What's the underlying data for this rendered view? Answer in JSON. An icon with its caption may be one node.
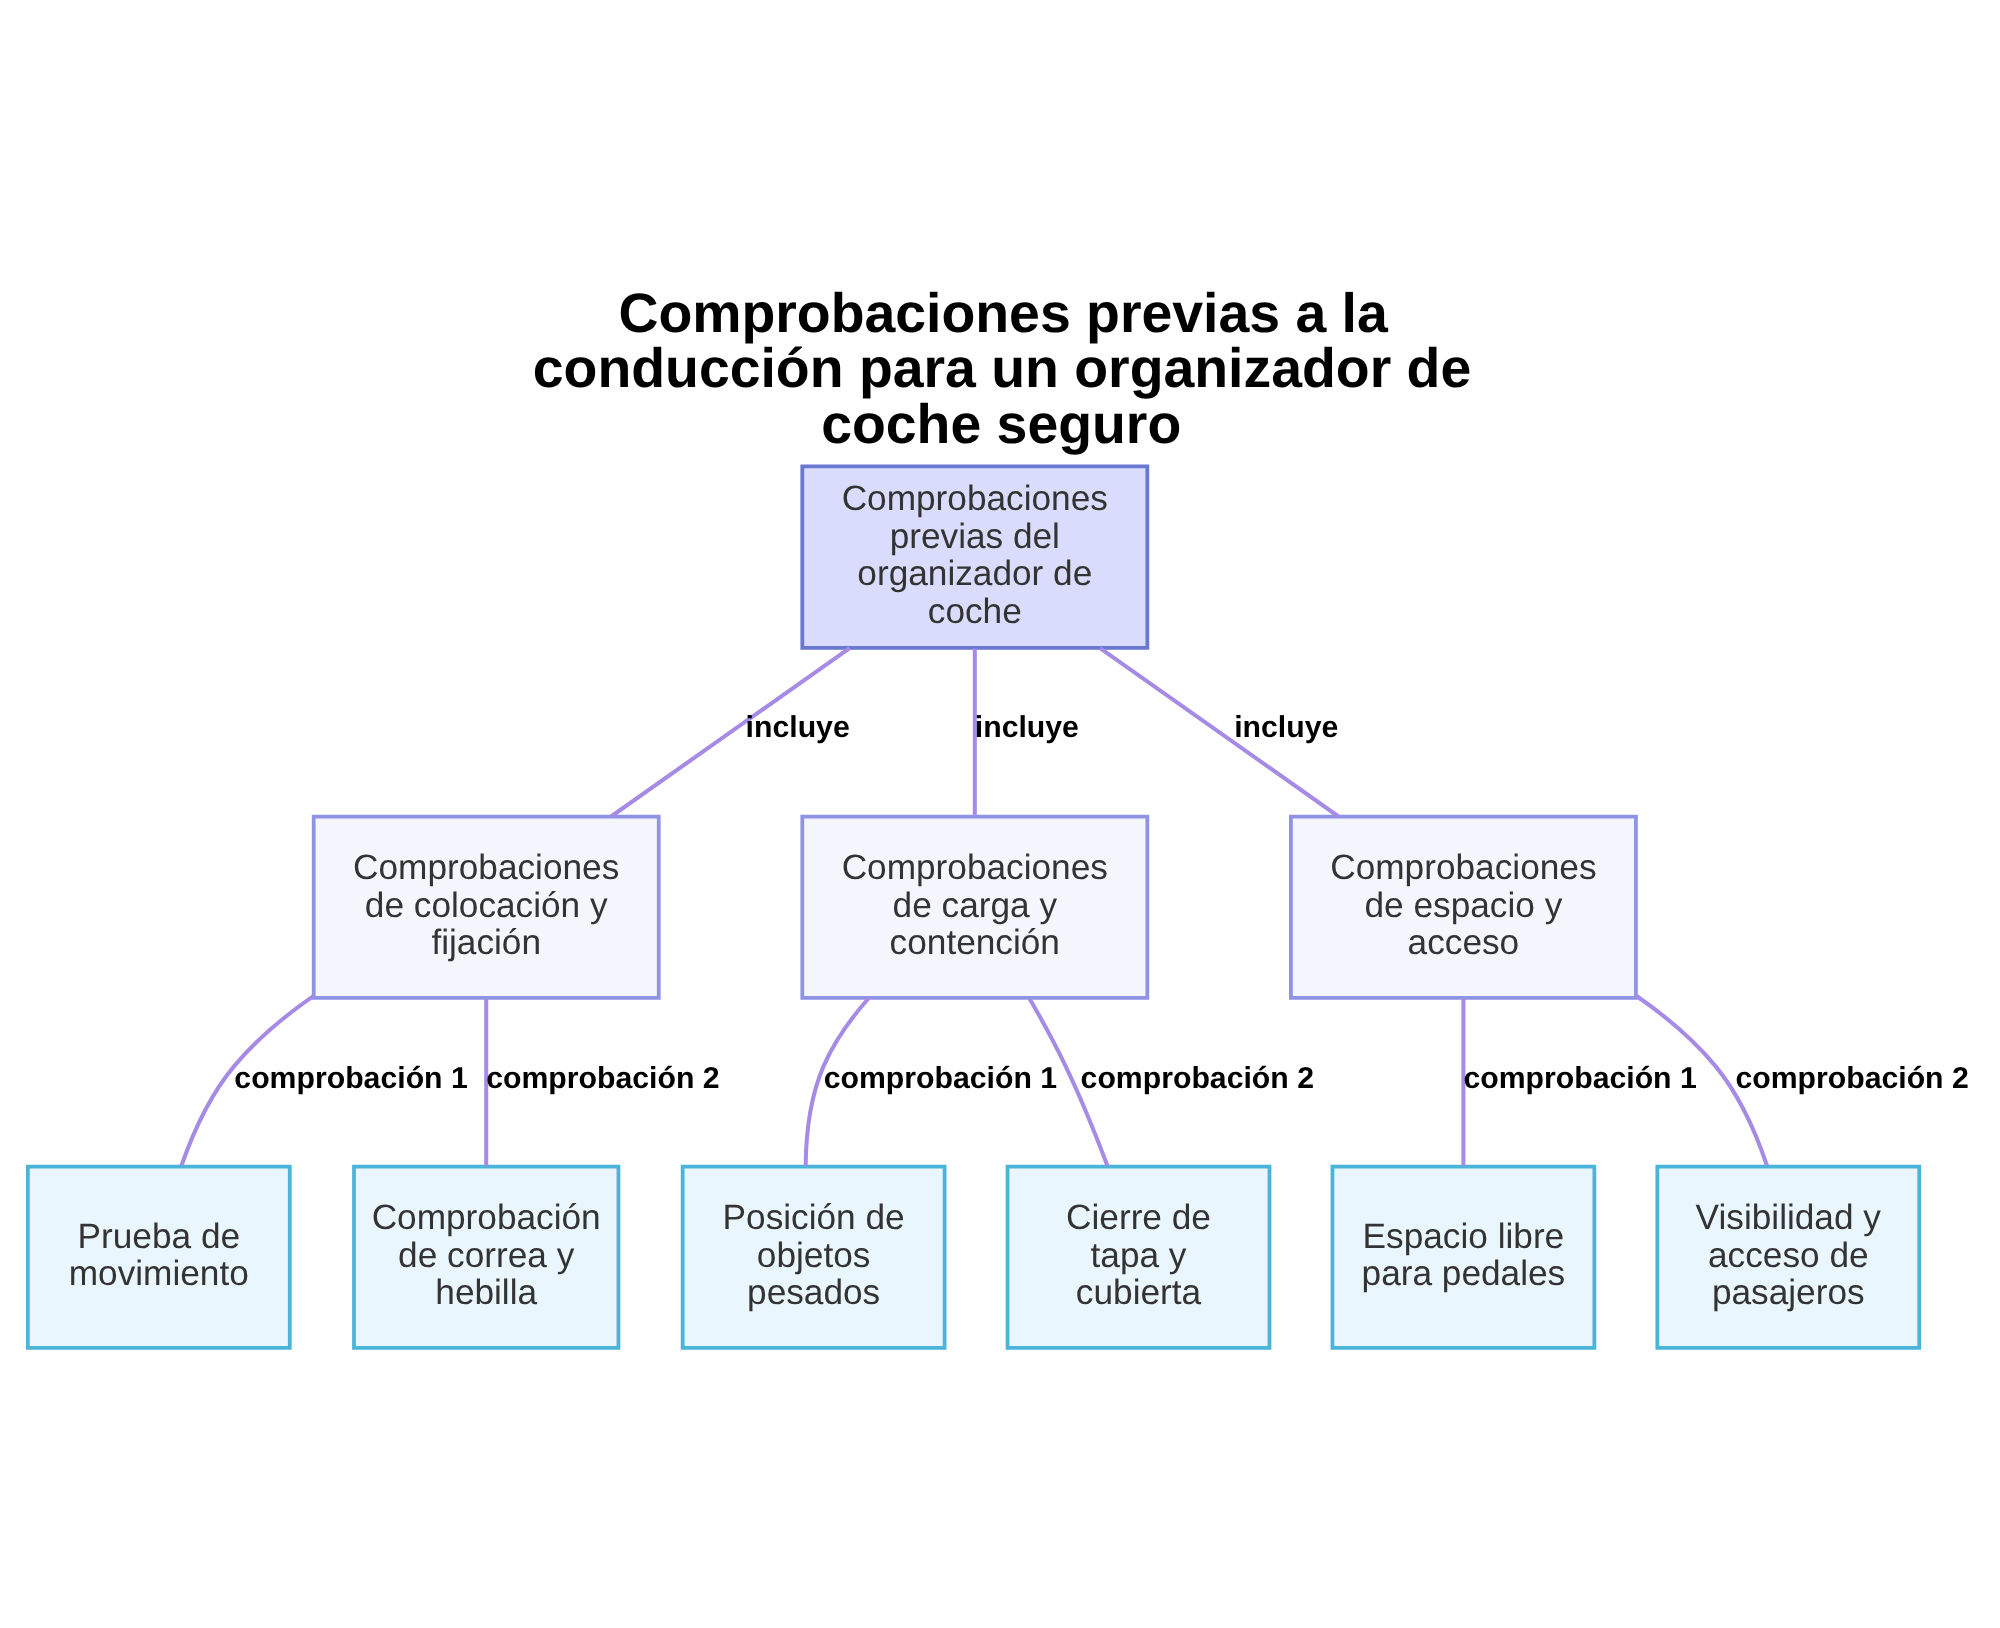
{
  "diagram": {
    "title": "Comprobaciones previas a la conducción para un organizador de coche seguro",
    "nodes": [
      {
        "text": [
          "Comprobaciones previas del organizador de coche"
        ]
      },
      {
        "text": [
          "Comprobaciones de colocación y fijación"
        ]
      },
      {
        "text": [
          "Comprobaciones de carga y contención"
        ]
      },
      {
        "text": [
          "Comprobaciones de espacio y acceso"
        ]
      },
      {
        "text": [
          "Prueba de movimiento"
        ]
      },
      {
        "text": [
          "Comprobación de correa y hebilla"
        ]
      },
      {
        "text": [
          "Posición de objetos pesados"
        ]
      },
      {
        "text": [
          "Cierre de tapa y cubierta"
        ]
      },
      {
        "text": [
          "Espacio libre para pedales"
        ]
      },
      {
        "text": [
          "Visibilidad y acceso de pasajeros"
        ]
      }
    ],
    "edges": [
      {
        "from": 0,
        "to": 1,
        "arrow": "none",
        "label": "incluye"
      },
      {
        "from": 0,
        "to": 2,
        "arrow": "none",
        "label": "incluye"
      },
      {
        "from": 0,
        "to": 3,
        "arrow": "none",
        "label": "incluye"
      },
      {
        "from": 1,
        "to": 4,
        "arrow": "none",
        "label": "comprobación 1"
      },
      {
        "from": 1,
        "to": 5,
        "arrow": "none",
        "label": "comprobación 2"
      },
      {
        "from": 2,
        "to": 6,
        "arrow": "none",
        "label": "comprobación 1"
      },
      {
        "from": 2,
        "to": 7,
        "arrow": "none",
        "label": "comprobación 2"
      },
      {
        "from": 3,
        "to": 8,
        "arrow": "none",
        "label": "comprobación 1"
      },
      {
        "from": 3,
        "to": 9,
        "arrow": "none",
        "label": "comprobación 2"
      }
    ]
  }
}
